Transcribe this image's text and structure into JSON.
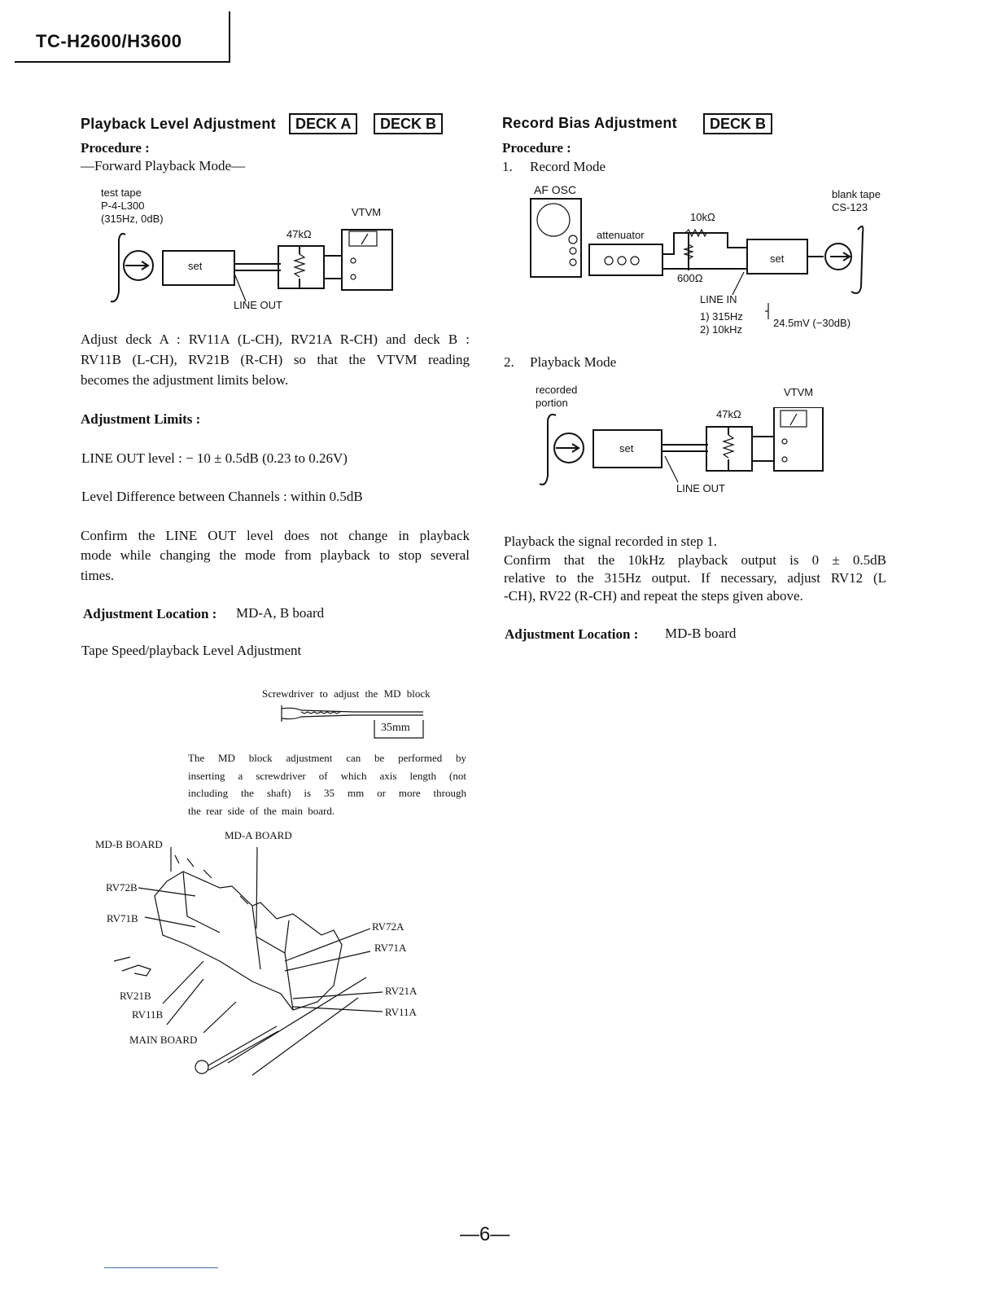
{
  "header": {
    "model": "TC-H2600/H3600"
  },
  "left": {
    "title": "Playback Level Adjustment",
    "deck_a": "DECK A",
    "deck_b": "DECK B",
    "procedure": "Procedure :",
    "mode": "—Forward Playback Mode—",
    "diagram": {
      "tape_line1": "test tape",
      "tape_line2": "P-4-L300",
      "tape_line3": "(315Hz, 0dB)",
      "vtvm": "VTVM",
      "resistor": "47kΩ",
      "set": "set",
      "line_out": "LINE OUT"
    },
    "para1_line1": "Adjust deck A : RV11A (L-CH), RV21A R-CH) and deck B :",
    "para1_line2": "RV11B (L-CH), RV21B (R-CH) so that the VTVM reading",
    "para1_line3": "becomes the adjustment limits below.",
    "limits_title": "Adjustment Limits :",
    "line_out_level": "LINE OUT level : − 10 ± 0.5dB (0.23 to 0.26V)",
    "level_diff": "Level Difference between Channels : within 0.5dB",
    "confirm_line1": "Confirm the LINE OUT level does not change in playback",
    "confirm_line2": "mode while changing the mode from playback to stop several",
    "confirm_line3": "times.",
    "location_label": "Adjustment Location :",
    "location_value": "MD-A, B board",
    "tape_speed": "Tape Speed/playback Level Adjustment",
    "screwdriver_caption": "Screwdriver to adjust the MD block",
    "screwdriver_len": "35mm",
    "md_note_line1": "The MD block adjustment can be performed by",
    "md_note_line2": "inserting a screwdriver of which axis length (not",
    "md_note_line3": "including the shaft) is 35 mm or more through",
    "md_note_line4": "the rear side of the main board.",
    "board_labels": {
      "mda": "MD-A BOARD",
      "mdb": "MD-B BOARD",
      "rv72b": "RV72B",
      "rv71b": "RV71B",
      "rv21b": "RV21B",
      "rv11b": "RV11B",
      "main": "MAIN BOARD",
      "rv72a": "RV72A",
      "rv71a": "RV71A",
      "rv21a": "RV21A",
      "rv11a": "RV11A"
    }
  },
  "right": {
    "title": "Record Bias Adjustment",
    "deck_b": "DECK B",
    "procedure": "Procedure :",
    "step1_num": "1.",
    "step1": "Record Mode",
    "diagram1": {
      "af_osc": "AF OSC",
      "blank_tape1": "blank tape",
      "blank_tape2": "CS-123",
      "resistor10k": "10kΩ",
      "attenuator": "attenuator",
      "resistor600": "600Ω",
      "set": "set",
      "line_in": "LINE IN",
      "freq1": "1) 315Hz",
      "freq2": "2) 10kHz",
      "level": "24.5mV (−30dB)"
    },
    "step2_num": "2.",
    "step2": "Playback Mode",
    "diagram2": {
      "recorded1": "recorded",
      "recorded2": "portion",
      "vtvm": "VTVM",
      "resistor": "47kΩ",
      "set": "set",
      "line_out": "LINE OUT"
    },
    "para_line1": "Playback the signal recorded in step 1.",
    "para_line2": "Confirm that the 10kHz playback output is 0 ± 0.5dB",
    "para_line3": "relative to the 315Hz output. If necessary, adjust RV12 (L",
    "para_line4": "-CH), RV22 (R-CH) and repeat the steps given above.",
    "location_label": "Adjustment Location :",
    "location_value": "MD-B board"
  },
  "footer": {
    "page": "—6—"
  }
}
